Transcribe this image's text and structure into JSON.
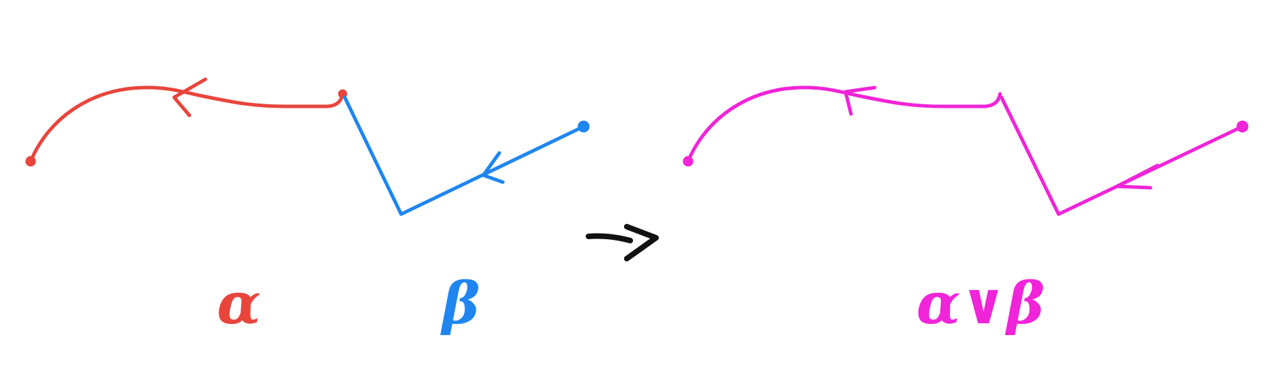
{
  "colors": {
    "alpha": "#e8453c",
    "beta": "#1f86f0",
    "composite": "#f024d8",
    "implies": "#111111"
  },
  "labels": {
    "alpha": "α",
    "beta": "β",
    "composite": "α∨β"
  },
  "icons": {
    "implies": "implies-arrow-icon"
  }
}
